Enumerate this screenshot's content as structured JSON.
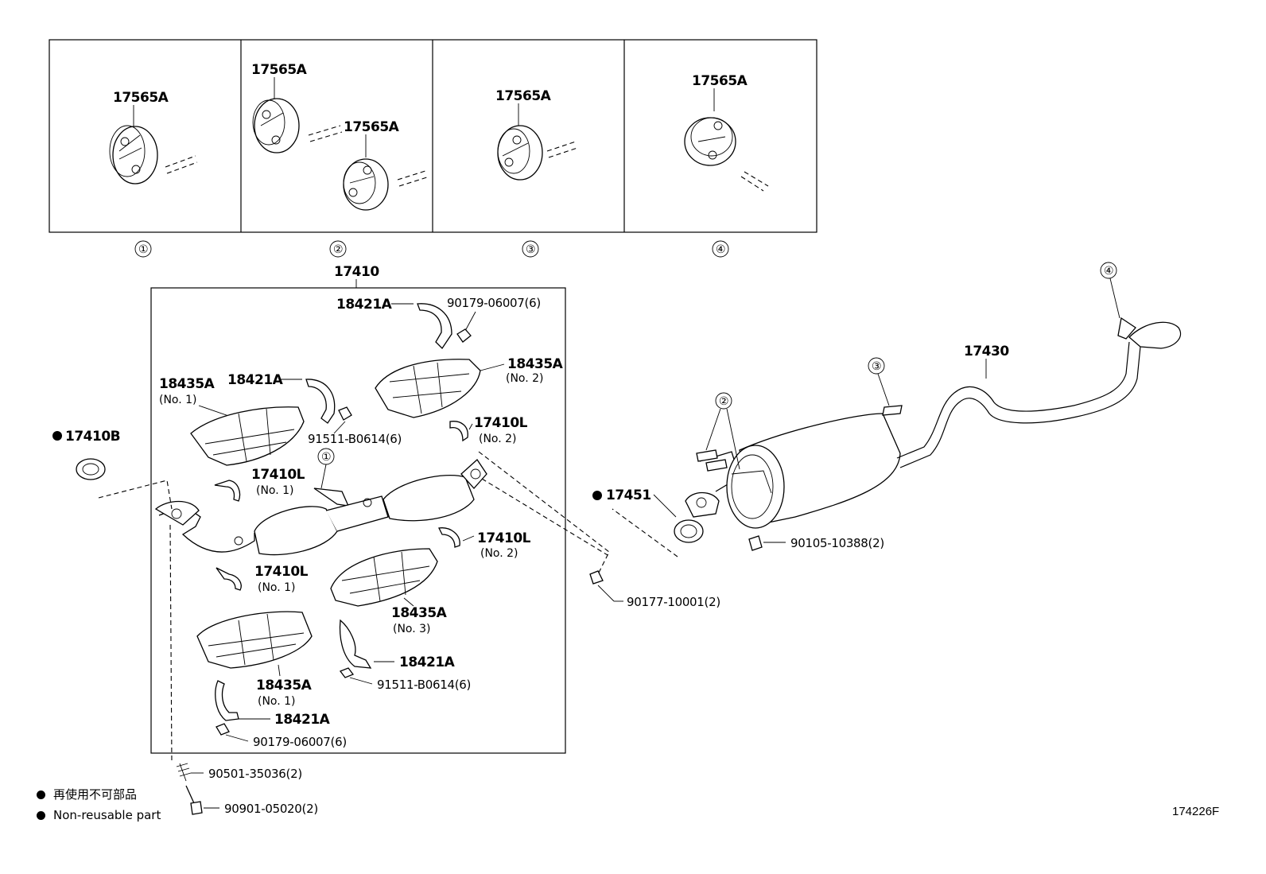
{
  "panels": [
    {
      "index": "①",
      "labels": [
        "17565A"
      ]
    },
    {
      "index": "②",
      "labels": [
        "17565A",
        "17565A"
      ]
    },
    {
      "index": "③",
      "labels": [
        "17565A"
      ]
    },
    {
      "index": "④",
      "labels": [
        "17565A"
      ]
    }
  ],
  "assembly": {
    "main_label": "17410",
    "labels": {
      "p18421A_top": "18421A",
      "p90179_top": "90179-06007(6)",
      "p18435A_no2": "18435A",
      "p18435A_no2_sub": "(No. 2)",
      "p18435A_no1a": "18435A",
      "p18435A_no1a_sub": "(No. 1)",
      "p18421A_mid": "18421A",
      "p91511_top": "91511-B0614(6)",
      "p17410L_r": "17410L",
      "p17410L_r_sub": "(No. 2)",
      "p17410L_no1a": "17410L",
      "p17410L_no1a_sub": "(No. 1)",
      "p17410L_r2": "17410L",
      "p17410L_r2_sub": "(No. 2)",
      "p17410L_no1b": "17410L",
      "p17410L_no1b_sub": "(No. 1)",
      "p18435A_no3": "18435A",
      "p18435A_no3_sub": "(No. 3)",
      "p18421A_low": "18421A",
      "p91511_low": "91511-B0614(6)",
      "p18435A_no1b": "18435A",
      "p18435A_no1b_sub": "(No. 1)",
      "p18421A_bot": "18421A",
      "p90179_bot": "90179-06007(6)"
    },
    "callout_1": "①"
  },
  "external": {
    "p17410B": "17410B",
    "p90501": "90501-35036(2)",
    "p90901": "90901-05020(2)",
    "p17451": "17451",
    "p90177": "90177-10001(2)",
    "p90105": "90105-10388(2)",
    "p17430": "17430",
    "callout_2": "②",
    "callout_3": "③",
    "callout_4": "④"
  },
  "legend": {
    "line1": "再使用不可部品",
    "line2": "Non-reusable part"
  },
  "figure_number": "174226F"
}
